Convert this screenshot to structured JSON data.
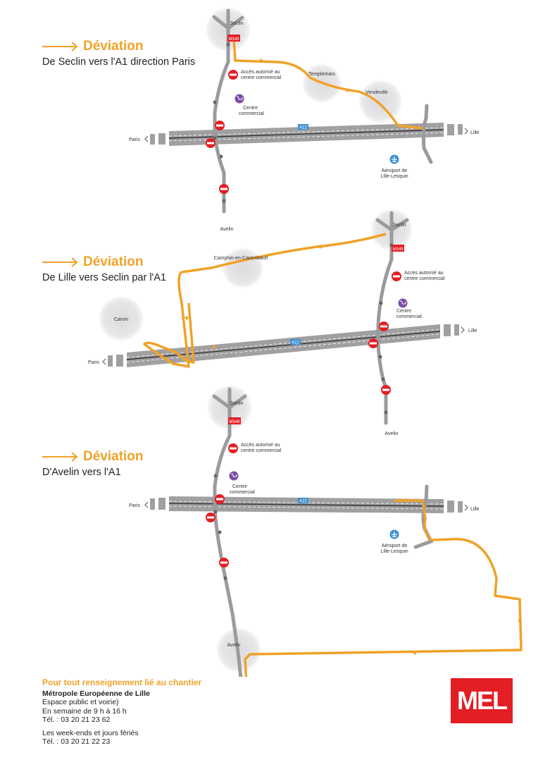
{
  "panels": [
    {
      "deviation_label": "Déviation",
      "subtitle": "De Seclin vers l'A1 direction Paris",
      "labels": {
        "seclin": "Seclin",
        "m549": "M549",
        "acces_1": "Accès autorisé au",
        "acces_2": "centre commercial",
        "centre_1": "Centre",
        "centre_2": "commercial",
        "templemars": "Templemars",
        "vendeville": "Vendeville",
        "a22": "A22",
        "paris": "Paris",
        "lille": "Lille",
        "aeroport_1": "Aéroport de",
        "aeroport_2": "Lille-Lesquin",
        "avelin": "Avelin"
      }
    },
    {
      "deviation_label": "Déviation",
      "subtitle": "De Lille vers Seclin par l'A1",
      "labels": {
        "seclin": "Seclin",
        "m549": "M549",
        "acces_1": "Accès autorisé au",
        "acces_2": "centre commercial",
        "centre_1": "Centre",
        "centre_2": "commercial",
        "camphin": "Camphin-en-Carembault",
        "carvin": "Carvin",
        "a22": "A22",
        "paris": "Paris",
        "lille": "Lille",
        "avelin": "Avelin"
      }
    },
    {
      "deviation_label": "Déviation",
      "subtitle": "D'Avelin vers l'A1",
      "labels": {
        "seclin": "Seclin",
        "m549": "M549",
        "acces_1": "Accès autorisé au",
        "acces_2": "centre commercial",
        "centre_1": "Centre",
        "centre_2": "commercial",
        "a22": "A22",
        "paris": "Paris",
        "lille": "Lille",
        "aeroport_1": "Aéroport de",
        "aeroport_2": "Lille-Lesquin",
        "avelin": "Avelin"
      }
    }
  ],
  "contact": {
    "title": "Pour tout renseignement lié au chantier",
    "org": "Métropole Européenne de Lille",
    "dept": "Espace public et voirie)",
    "hours": "En semaine de 9 h à 16 h",
    "tel1": "Tél. : 03 20 21 23 62",
    "weekend": "Les week-ends et jours fériés",
    "tel2": "Tél. : 03 20 21 22 23"
  },
  "logo_text": "MEL",
  "colors": {
    "accent": "#f0a228",
    "road": "#9b9b9d",
    "no_entry": "#e31e24",
    "logo_bg": "#e31e24",
    "town_halo": "#e1e1e3",
    "poi_purple": "#7d4ea3",
    "airport_blue": "#3d8fd1"
  },
  "icons": [
    "arrow-right-icon",
    "no-entry-icon",
    "shopping-cart-icon",
    "airplane-icon",
    "chevron-left-icon",
    "chevron-right-icon"
  ]
}
